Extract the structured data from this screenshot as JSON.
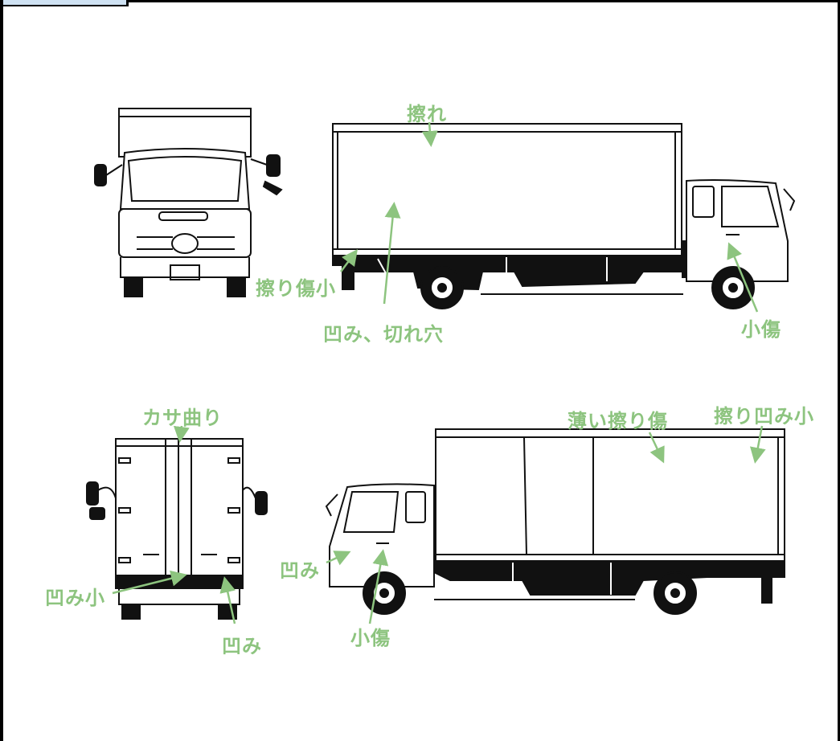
{
  "colors": {
    "annotation": "#8dc47f",
    "ink": "#111111",
    "tab": "#cfe2f3"
  },
  "annotations": {
    "top_side_top": "擦れ",
    "top_side_lower_left": "擦り傷小",
    "top_side_bottom": "凹み、切れ穴",
    "top_side_cab": "小傷",
    "rear_top": "カサ曲り",
    "rear_lower_left": "凹み小",
    "rear_lower_right": "凹み",
    "bottom_side_mid": "薄い擦り傷",
    "bottom_side_right": "擦り凹み小",
    "bottom_side_front": "凹み",
    "bottom_side_door": "小傷"
  }
}
